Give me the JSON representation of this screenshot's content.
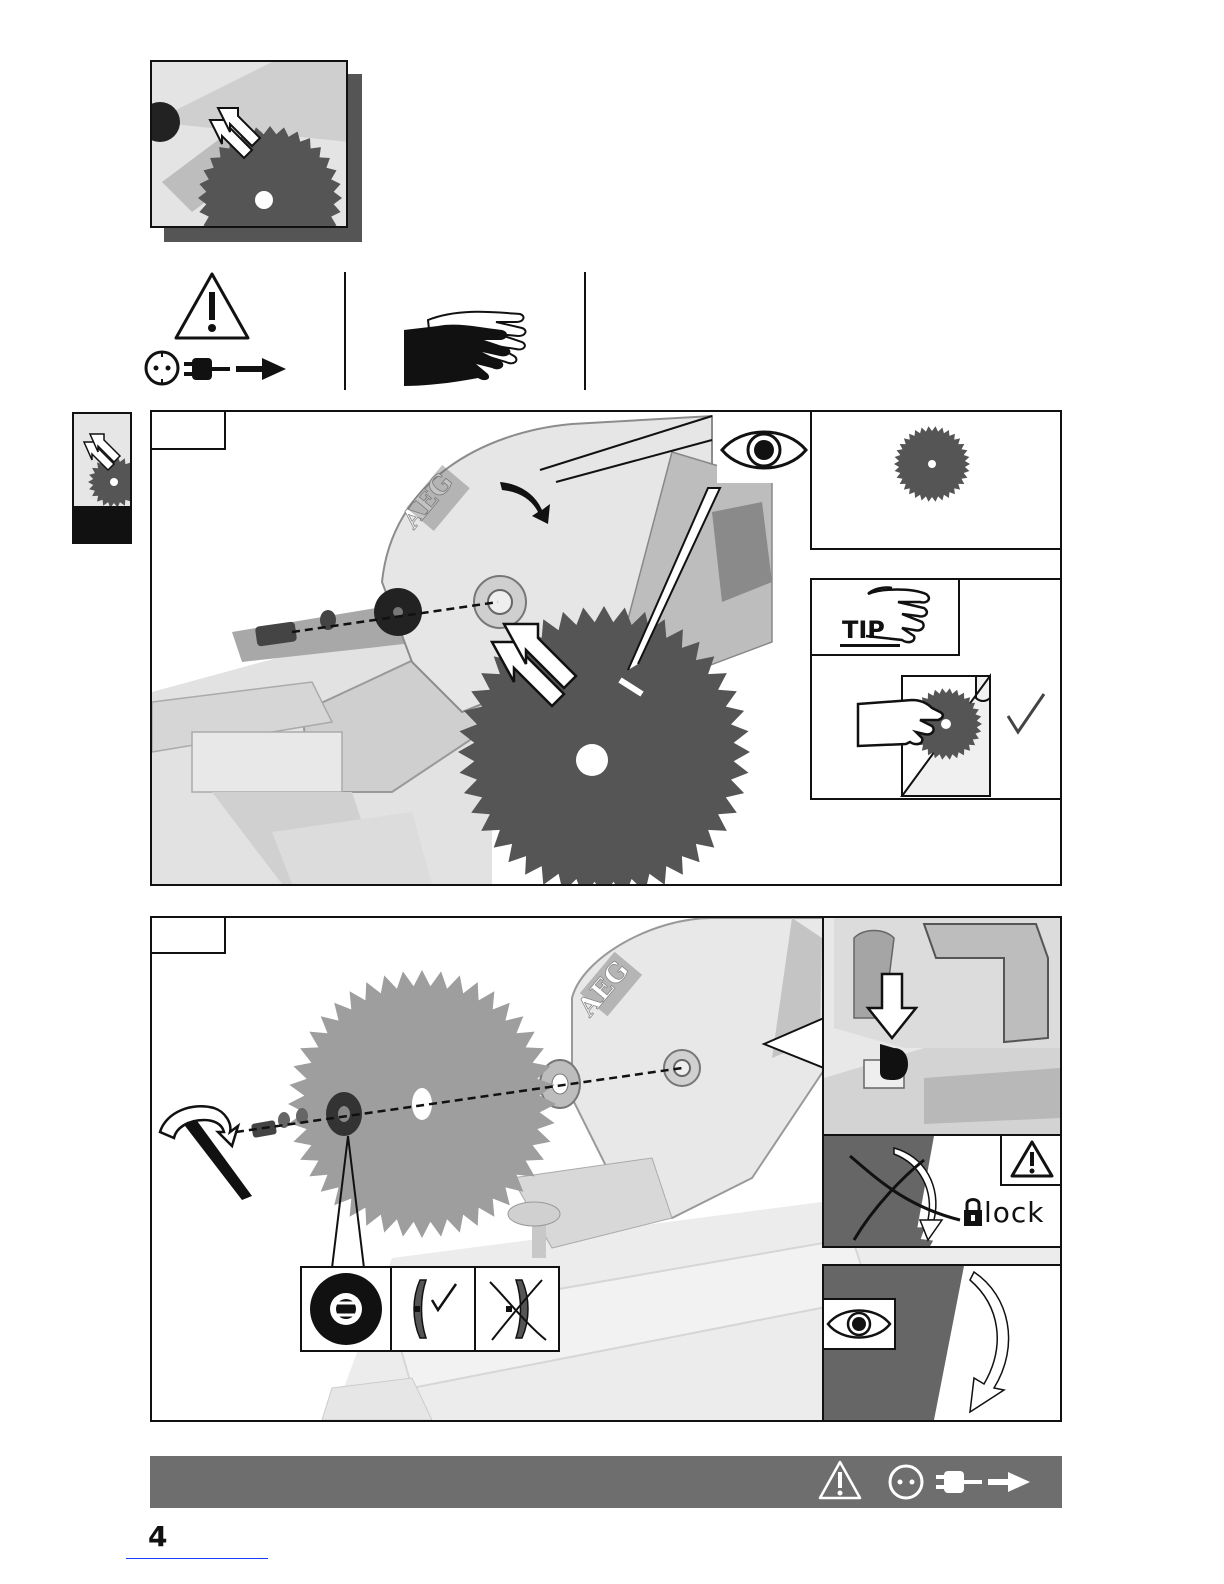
{
  "brand": "AEG",
  "tip_label": "TIP",
  "lock_label": "lock",
  "page_number": "4",
  "colors": {
    "blade": "#555555",
    "frame": "#111111",
    "bar": "#6e6e6e",
    "machine": "#d9d9d9"
  },
  "icons": [
    "warning-triangle-icon",
    "unplug-icon",
    "gloves-icon",
    "eye-icon",
    "saw-blade-icon",
    "flange-icon",
    "lock-icon",
    "check-icon",
    "cross-icon"
  ]
}
